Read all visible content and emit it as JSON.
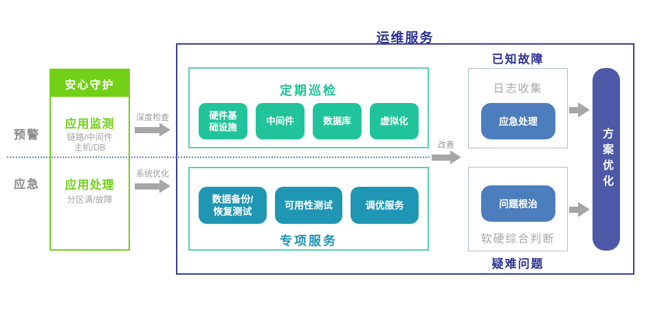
{
  "colors": {
    "bright_green": "#72d016",
    "teal": "#21c49a",
    "teal_border": "#4ed2ae",
    "cyan_blue": "#1e96b4",
    "steel_blue": "#4c7dbd",
    "indigo_pill": "#4d59a7",
    "dark_indigo": "#2d3492",
    "gray_text": "#9b9b9b",
    "arrow_gray": "#a6a6a6",
    "dashed_blue": "#4e86d9"
  },
  "left": {
    "early_warning_label": "预警",
    "emergency_label": "应急",
    "guard_box": {
      "header": "安心守护",
      "monitor_title": "应用监测",
      "monitor_sub": "链路/中间件\n主机/DB",
      "handle_title": "应用处理",
      "handle_sub": "分区满/故障"
    },
    "arrow_top_label": "深度检查",
    "arrow_bottom_label": "系统优化"
  },
  "main": {
    "title": "运维服务",
    "improve_label": "改善",
    "inspection": {
      "title": "定期巡检",
      "items": [
        "硬件基\n础设施",
        "中间件",
        "数据库",
        "虚拟化"
      ]
    },
    "special": {
      "title": "专项服务",
      "items": [
        "数据备份/\n恢复测试",
        "可用性测试",
        "调优服务"
      ]
    },
    "known_fault": {
      "title": "已知故障",
      "caption": "日志收集",
      "chip": "应急处理"
    },
    "hard_problem": {
      "title": "疑难问题",
      "caption": "软硬综合判断",
      "chip": "问题根治"
    },
    "solution_pill": "方案优化"
  }
}
